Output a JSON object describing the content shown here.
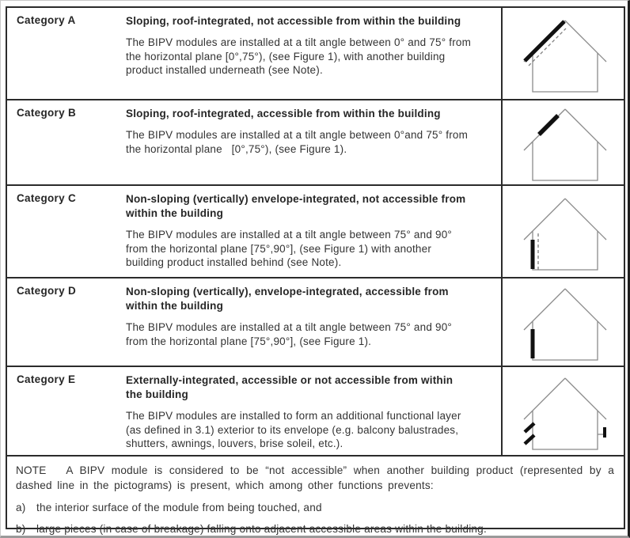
{
  "document": {
    "kind": "BIPV category table",
    "colors": {
      "table_border": "#2b2b2b",
      "text": "#333333",
      "house_outline": "#8a8a8a",
      "module_bar": "#111111",
      "dashed_product_line": "#7d7d7d",
      "background": "#ffffff"
    },
    "rows": [
      {
        "category": "Category A",
        "title": "Sloping, roof-integrated, not accessible from within the building",
        "body": "The BIPV modules are installed at a tilt angle between 0° and 75° from\nthe horizontal plane [0°,75°), (see Figure 1), with another building\nproduct installed underneath (see Note).",
        "pictogram": "house-sloped-roof-module-with-dashed-underlayer"
      },
      {
        "category": "Category B",
        "title": "Sloping, roof-integrated, accessible from within the building",
        "body": "The BIPV modules are installed at a tilt angle between 0°and 75° from\nthe horizontal plane   [0°,75°), (see Figure 1).",
        "pictogram": "house-sloped-roof-partial-module"
      },
      {
        "category": "Category C",
        "title": "Non-sloping (vertically) envelope-integrated, not accessible from\nwithin the building",
        "body": "The BIPV modules are installed at a tilt angle between 75° and 90°\nfrom the horizontal plane [75°,90°], (see Figure 1) with another\nbuilding product installed behind (see Note).",
        "pictogram": "house-vertical-wall-module-with-dashed-backing"
      },
      {
        "category": "Category D",
        "title": "Non-sloping (vertically), envelope-integrated, accessible from\nwithin the building",
        "body": "The BIPV modules are installed at a tilt angle between 75° and 90°\nfrom the horizontal plane [75°,90°], (see Figure 1).",
        "pictogram": "house-vertical-wall-module"
      },
      {
        "category": "Category E",
        "title": "Externally-integrated, accessible or not accessible from within\nthe building",
        "body": "The BIPV modules are installed to form an additional functional layer\n(as defined in 3.1) exterior to its envelope (e.g. balcony balustrades,\nshutters, awnings, louvers, brise soleil, etc.).",
        "pictogram": "house-external-louvers-and-balcony-balustrade"
      }
    ],
    "note": {
      "text": "NOTE   A BIPV module is considered to be “not accessible” when another building product (represented by a dashed line in the pictograms) is present, which among other functions prevents:",
      "items": [
        {
          "label": "a)",
          "text": "the interior surface of the module from being touched, and"
        },
        {
          "label": "b)",
          "text": "large pieces (in case of breakage) falling onto adjacent accessible areas within the building."
        }
      ]
    }
  }
}
